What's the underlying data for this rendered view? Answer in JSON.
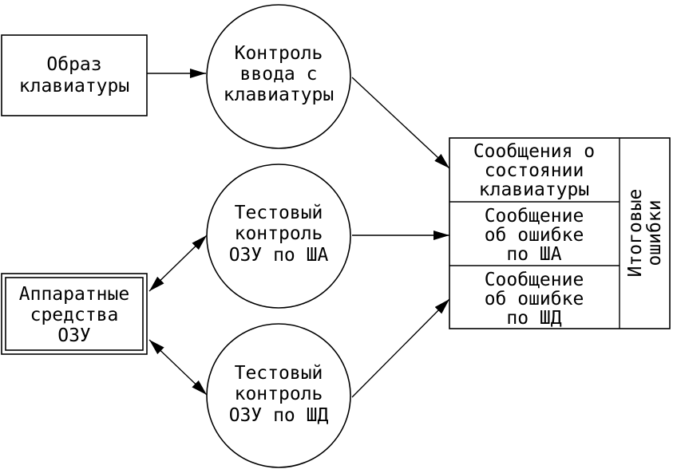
{
  "diagram": {
    "keyboard_image": {
      "line1": "Образ",
      "line2": "клавиатуры"
    },
    "keyboard_control": {
      "line1": "Контроль",
      "line2": "ввода с",
      "line3": "клавиатуры"
    },
    "hardware_ram": {
      "line1": "Аппаратные",
      "line2": "средства",
      "line3": "ОЗУ"
    },
    "test_address_bus": {
      "line1": "Тестовый",
      "line2": "контроль",
      "line3": "ОЗУ по ША"
    },
    "test_data_bus": {
      "line1": "Тестовый",
      "line2": "контроль",
      "line3": "ОЗУ по ШД"
    },
    "messages": {
      "keyboard_state": {
        "line1": "Сообщения о",
        "line2": "состоянии",
        "line3": "клавиатуры"
      },
      "address_error": {
        "line1": "Сообщение",
        "line2": "об ошибке",
        "line3": "по ША"
      },
      "data_error": {
        "line1": "Сообщение",
        "line2": "об ошибке",
        "line3": "по ШД"
      },
      "summary": {
        "line1": "Итоговые",
        "line2": "ошибки"
      }
    },
    "colors": {
      "stroke": "#000000",
      "background": "#ffffff"
    }
  }
}
